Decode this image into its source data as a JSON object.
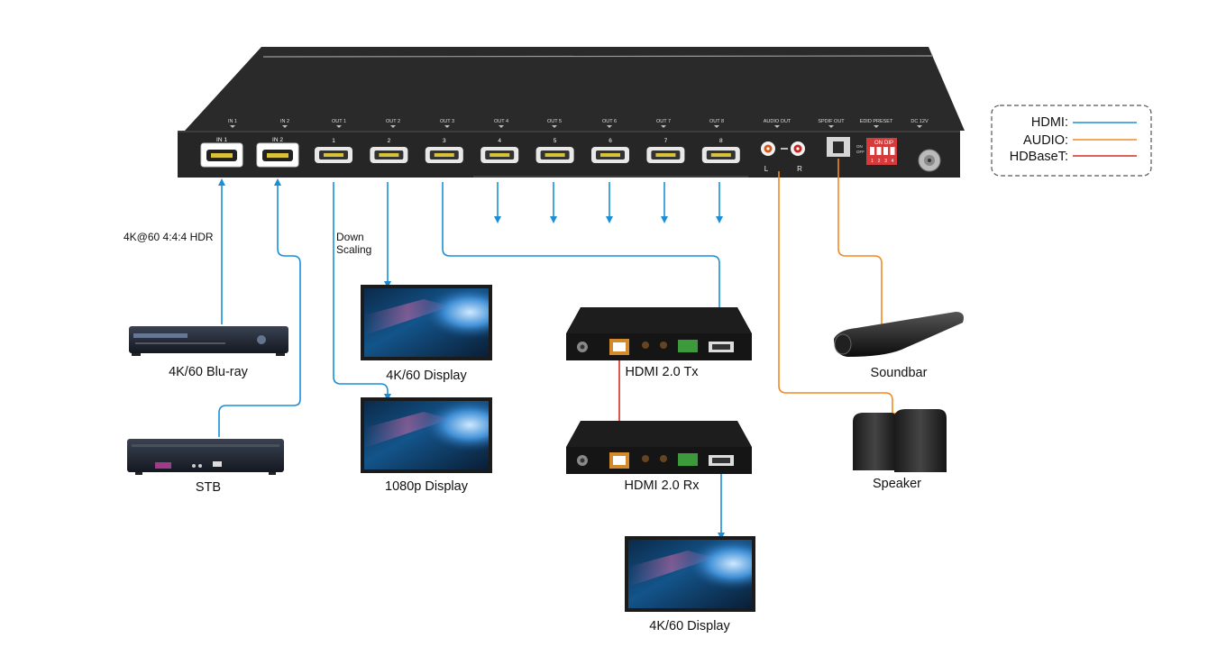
{
  "matrix": {
    "inputs": [
      "IN 1",
      "IN 2"
    ],
    "outputs": [
      "1",
      "2",
      "3",
      "4",
      "5",
      "6",
      "7",
      "8"
    ],
    "top_labels": [
      "IN 1",
      "IN 2",
      "OUT 1",
      "OUT 2",
      "OUT 3",
      "OUT 4",
      "OUT 5",
      "OUT 6",
      "OUT 7",
      "OUT 8",
      "AUDIO OUT",
      "SPDIF OUT",
      "EDID PRESET",
      "DC 12V"
    ],
    "audio_l": "L",
    "audio_r": "R",
    "dip_on": "ON",
    "dip_title": "DIP",
    "dip_numbers": [
      "1",
      "2",
      "3",
      "4"
    ],
    "dip_side_on": "ON",
    "dip_side_off": "OFF"
  },
  "legend": {
    "hdmi": "HDMI:",
    "audio": "AUDIO:",
    "hdbaset": "HDBaseT:"
  },
  "colors": {
    "hdmi": "#1a8fd6",
    "audio": "#f08a24",
    "hdbaset": "#d52b27",
    "chassis": "#2a2a2a"
  },
  "annotations": {
    "in1_signal": "4K@60 4:4:4 HDR",
    "down_scaling_1": "Down",
    "down_scaling_2": "Scaling"
  },
  "devices": {
    "bluray": "4K/60 Blu-ray",
    "stb": "STB",
    "display_4k_left": "4K/60 Display",
    "display_1080p": "1080p Display",
    "tx": "HDMI 2.0 Tx",
    "rx": "HDMI 2.0 Rx",
    "display_4k_bottom": "4K/60 Display",
    "soundbar": "Soundbar",
    "speaker": "Speaker"
  }
}
